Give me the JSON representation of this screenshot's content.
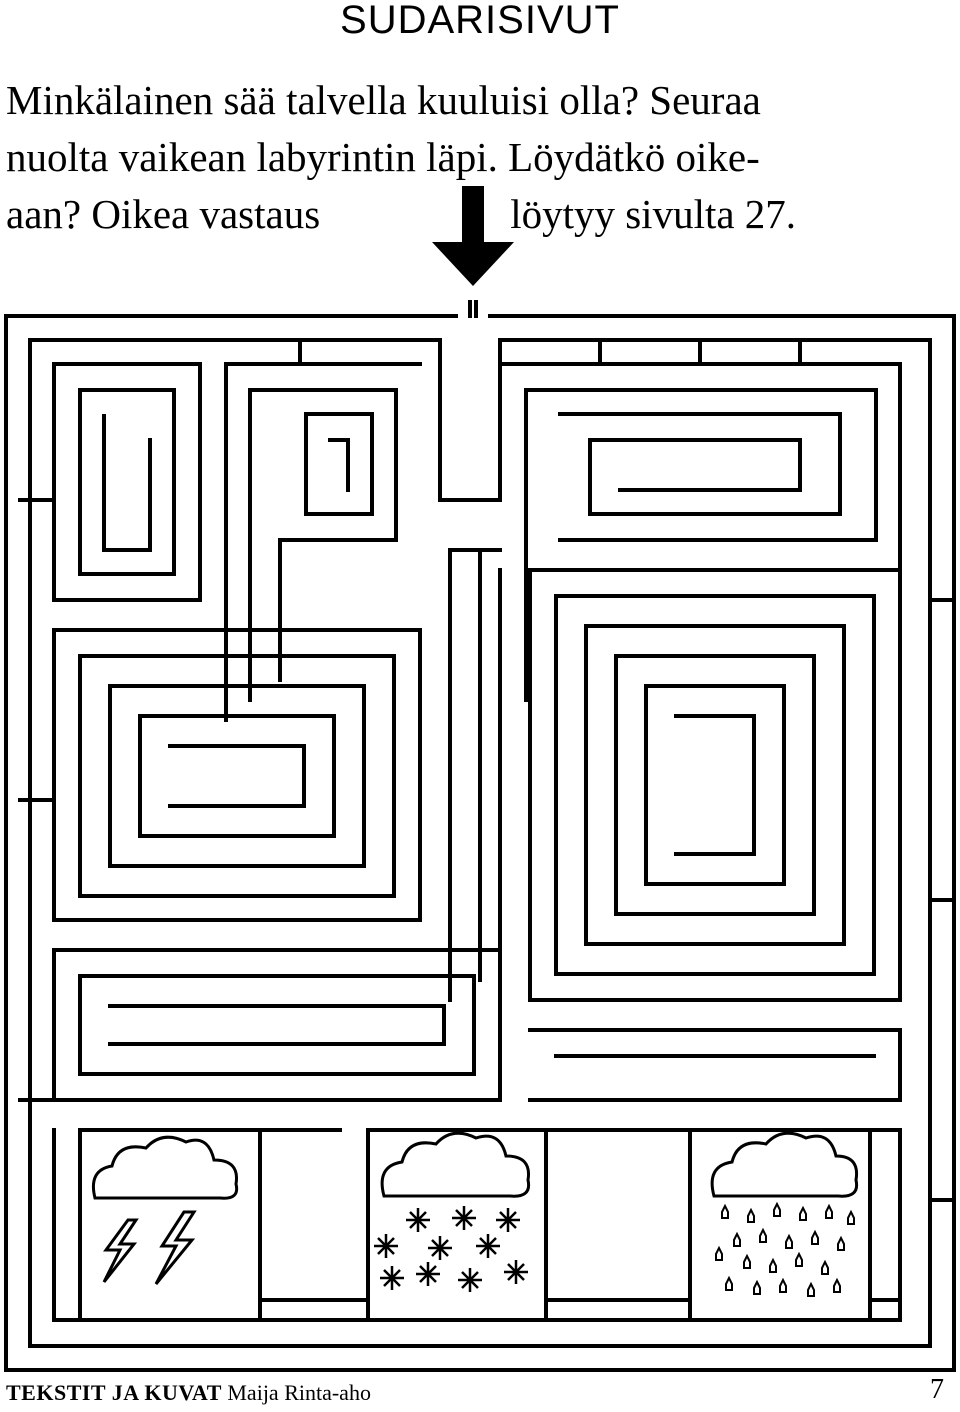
{
  "header": {
    "title": "SUDARISIVUT"
  },
  "instructions": {
    "line1": "Minkälainen sää talvella kuuluisi olla? Seuraa",
    "line2": "nuolta vaikean labyrintin läpi. Löydätkö oike-",
    "line3a": "aan? Oikea vastaus",
    "line3b": "löytyy sivulta 27."
  },
  "arrow": {
    "icon": "down-arrow-icon"
  },
  "maze": {
    "endpoints": [
      {
        "icon": "thunderstorm-cloud-icon"
      },
      {
        "icon": "snow-cloud-icon"
      },
      {
        "icon": "rain-cloud-icon"
      }
    ]
  },
  "footer": {
    "credit_label": "TEKSTIT JA KUVAT",
    "credit_name": "Maija Rinta-aho",
    "page_number": "7"
  },
  "colors": {
    "ink": "#000000",
    "paper": "#ffffff"
  }
}
